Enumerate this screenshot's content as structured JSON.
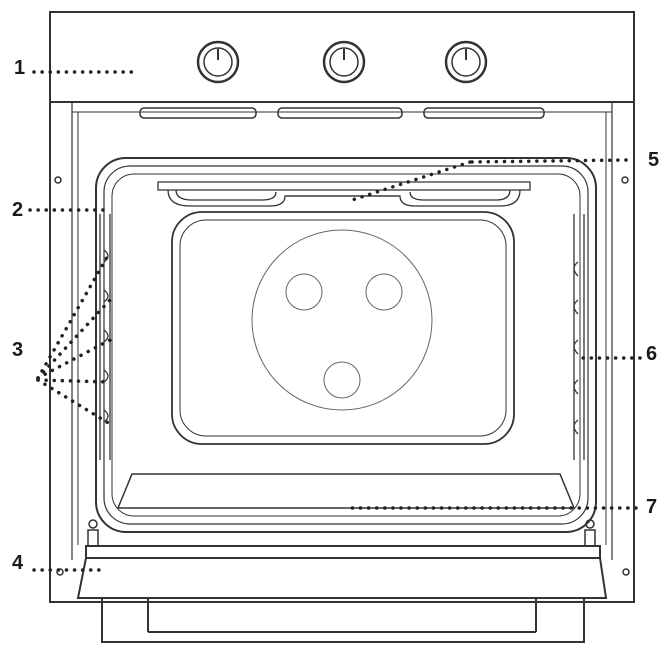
{
  "callouts": [
    {
      "id": "1",
      "text": "1"
    },
    {
      "id": "2",
      "text": "2"
    },
    {
      "id": "3",
      "text": "3"
    },
    {
      "id": "4",
      "text": "4"
    },
    {
      "id": "5",
      "text": "5"
    },
    {
      "id": "6",
      "text": "6"
    },
    {
      "id": "7",
      "text": "7"
    }
  ],
  "colors": {
    "line": "#333333",
    "label": "#1a1a1a",
    "leader": "#222222"
  }
}
